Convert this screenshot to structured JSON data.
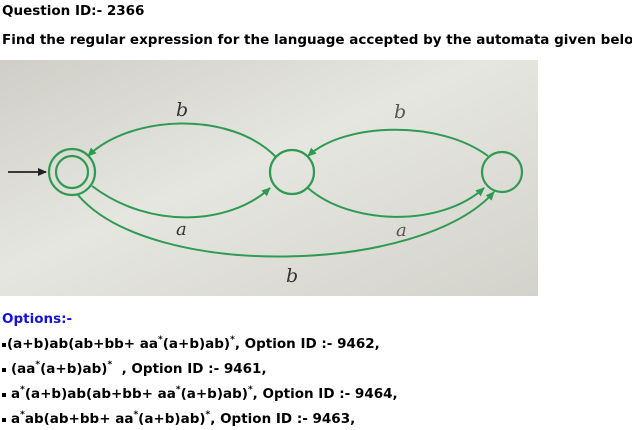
{
  "question": {
    "id_line": "Question ID:- 2366",
    "text": "Find the regular expression for the language accepted by the automata given below."
  },
  "figure": {
    "edge_labels": {
      "top_left": "b",
      "top_right": "b",
      "bottom_left": "a",
      "bottom_right": "a",
      "bottom_long": "b"
    },
    "colors": {
      "paper": "#dcdcd4",
      "ink": "#2f9a52"
    }
  },
  "options_heading": "Options:-",
  "options": [
    {
      "parts": [
        "(a+b)ab(ab+bb+ aa",
        "*",
        "(a+b)ab)",
        "*",
        ", Option ID :- 9462,"
      ]
    },
    {
      "parts": [
        "(aa",
        "*",
        "(a+b)ab)",
        "*",
        "  , Option ID :- 9461,"
      ]
    },
    {
      "parts": [
        "a",
        "*",
        "(a+b)ab(ab+bb+ aa",
        "*",
        "(a+b)ab)",
        "*",
        ", Option ID :- 9464,"
      ]
    },
    {
      "parts": [
        "a",
        "*",
        "ab(ab+bb+ aa",
        "*",
        "(a+b)ab)",
        "*",
        ", Option ID :- 9463,"
      ]
    }
  ]
}
